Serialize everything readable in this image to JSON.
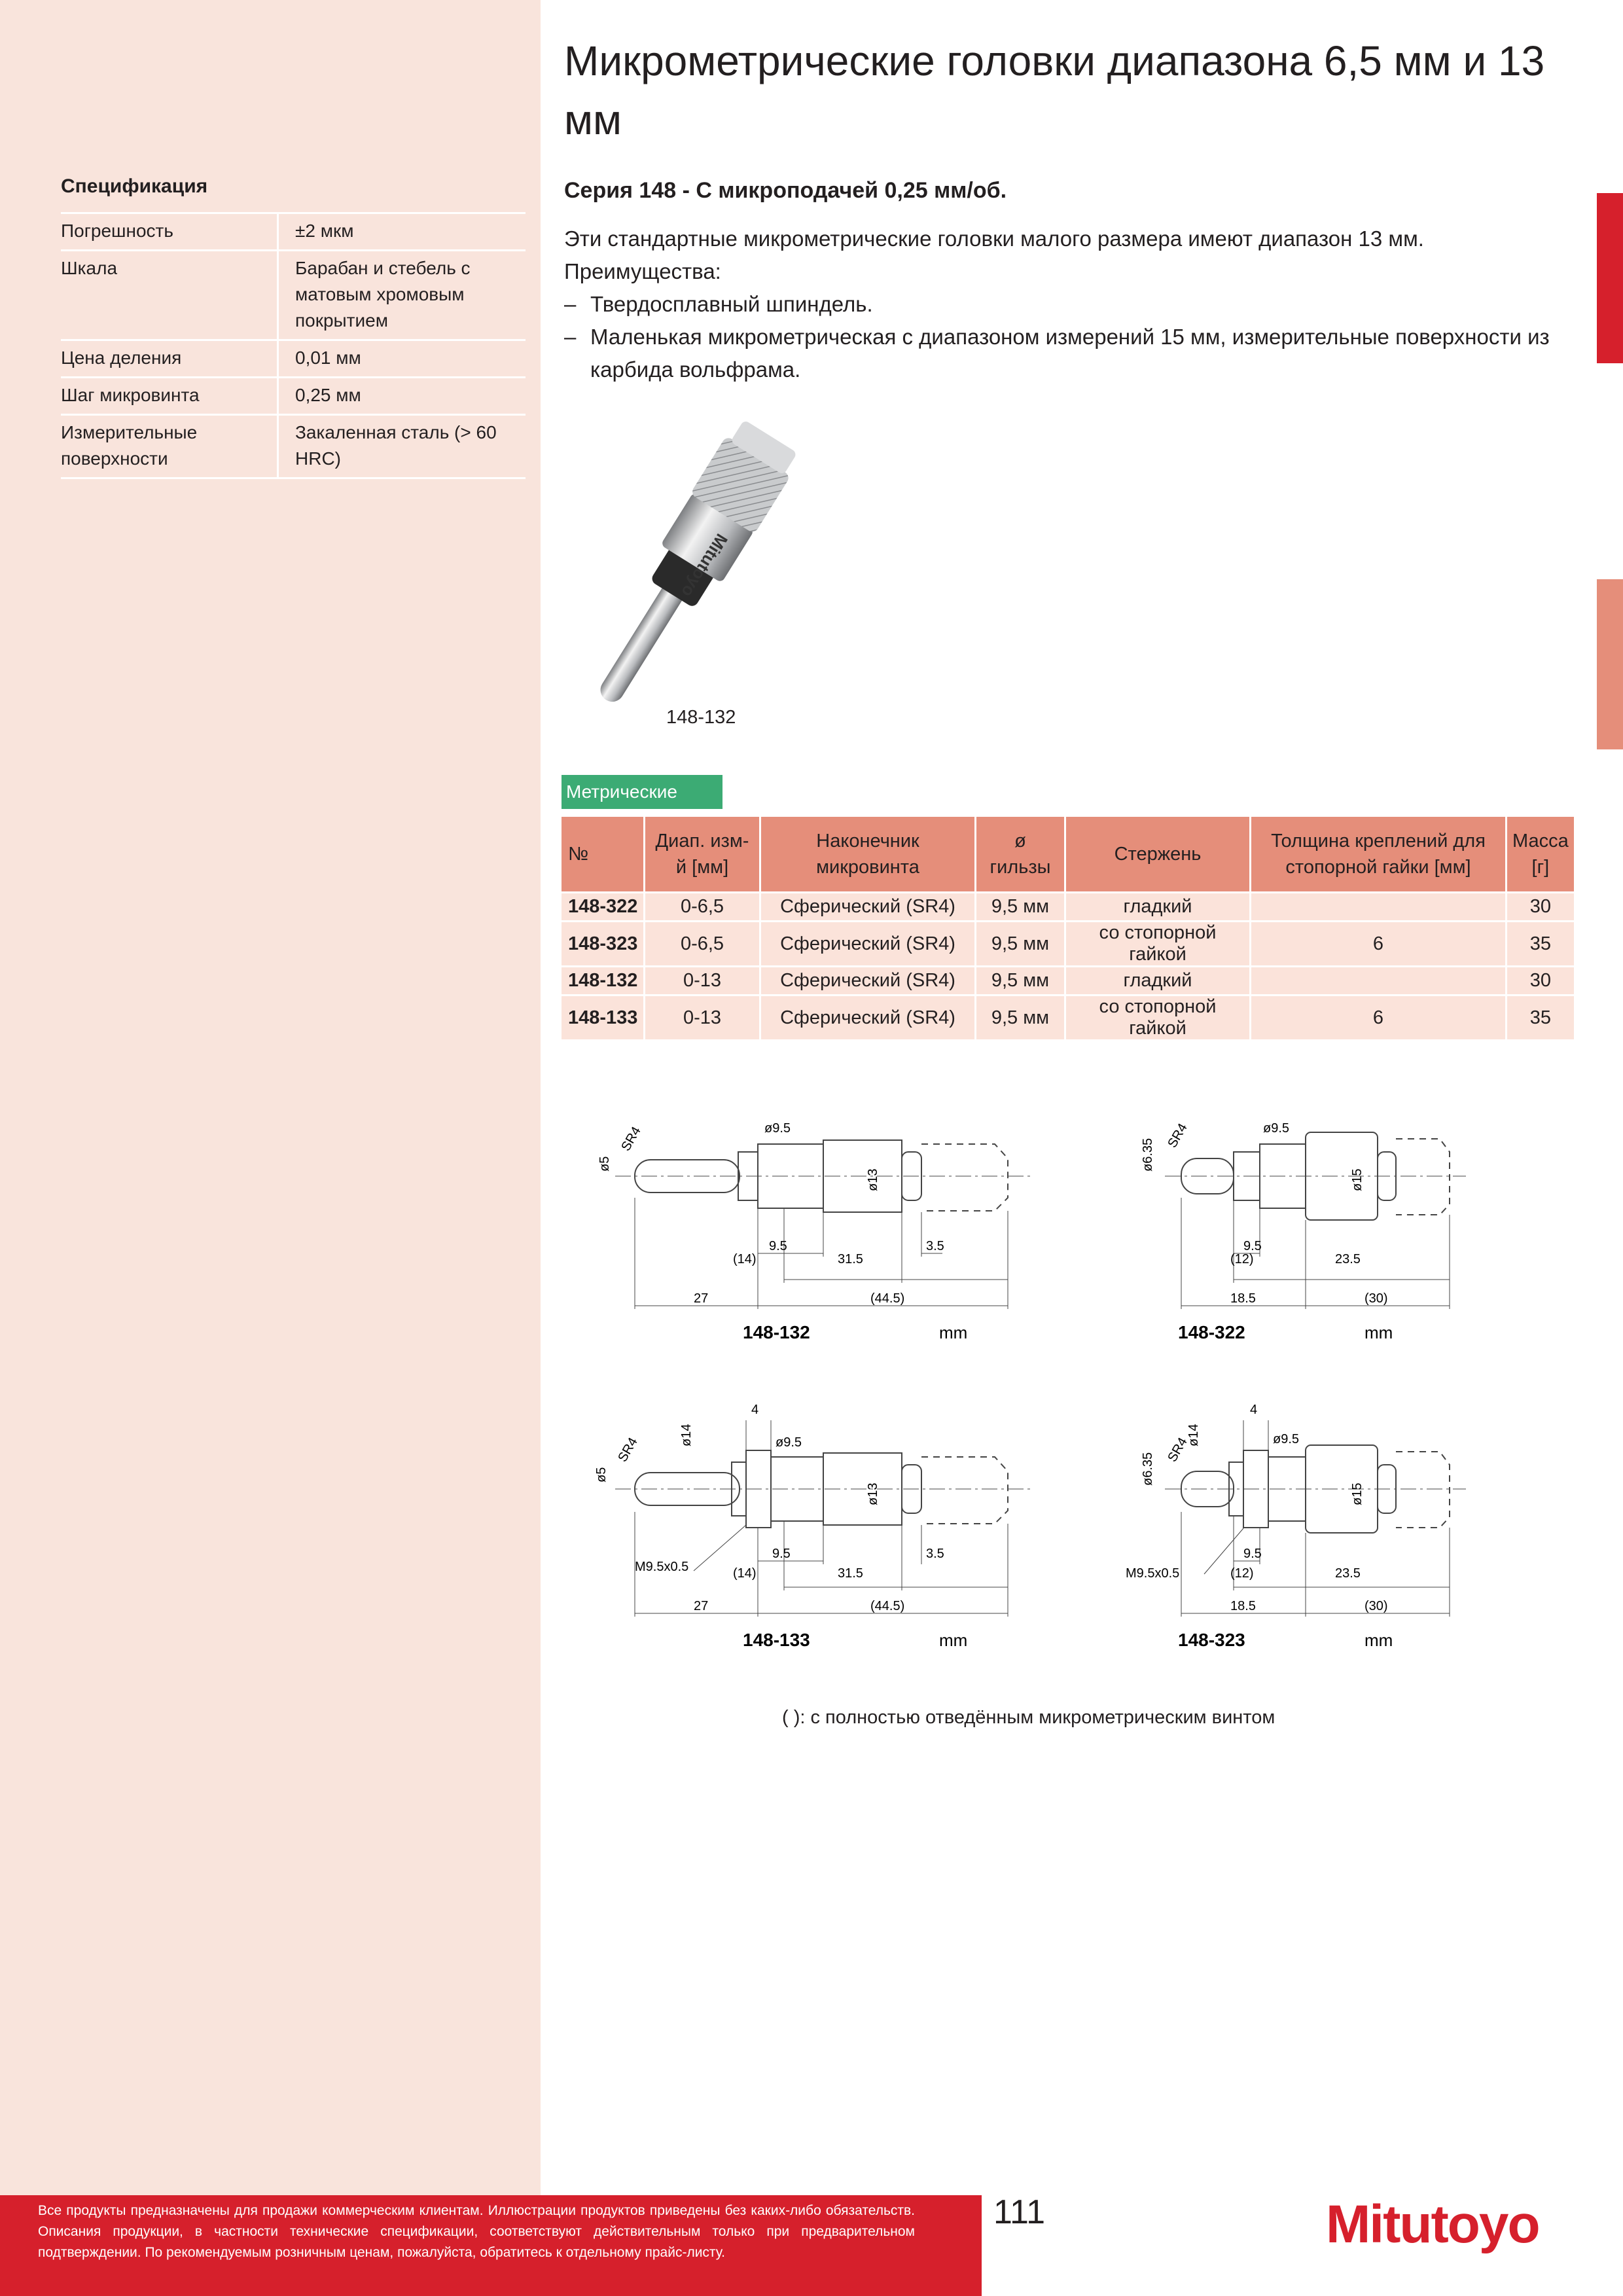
{
  "title": "Микрометрические головки диапазона 6,5 мм и 13 мм",
  "spec": {
    "heading": "Спецификация",
    "rows": [
      {
        "key": "Погрешность",
        "value": "±2 мкм"
      },
      {
        "key": "Шкала",
        "value": "Барабан и стебель с матовым хромовым покрытием"
      },
      {
        "key": "Цена деления",
        "value": "0,01 мм"
      },
      {
        "key": "Шаг микровинта",
        "value": "0,25 мм"
      },
      {
        "key": "Измерительные поверхности",
        "value": "Закаленная сталь (> 60 HRC)"
      }
    ]
  },
  "intro": {
    "subtitle": "Серия 148 - С микроподачей 0,25 мм/об.",
    "paragraph": "Эти стандартные микрометрические головки малого размера имеют диапазон 13 мм. Преимущества:",
    "bullets": [
      "Твердосплавный шпиндель.",
      "Маленькая микрометрическая с диапазоном измерений 15 мм, измерительные поверхности из карбида вольфрама."
    ]
  },
  "photo": {
    "caption": "148-132",
    "brand": "Mitutoyo"
  },
  "table": {
    "badge": "Метрические",
    "headers": [
      "№",
      "Диап. изм-й [мм]",
      "Наконечник микровинта",
      "ø гильзы",
      "Стержень",
      "Толщина креплений для стопорной гайки [мм]",
      "Масса [г]"
    ],
    "rows": [
      [
        "148-322",
        "0-6,5",
        "Сферический (SR4)",
        "9,5 мм",
        "гладкий",
        "",
        "30"
      ],
      [
        "148-323",
        "0-6,5",
        "Сферический (SR4)",
        "9,5 мм",
        "со стопорной гайкой",
        "6",
        "35"
      ],
      [
        "148-132",
        "0-13",
        "Сферический (SR4)",
        "9,5 мм",
        "гладкий",
        "",
        "30"
      ],
      [
        "148-133",
        "0-13",
        "Сферический (SR4)",
        "9,5 мм",
        "со стопорной гайкой",
        "6",
        "35"
      ]
    ]
  },
  "drawings": [
    {
      "model": "148-132",
      "unit": "mm",
      "sr": "SR4",
      "tip": "ø5",
      "sleeve": "ø9.5",
      "barrel": "ø13",
      "d1": "9.5",
      "d2": "(14)",
      "d3": "31.5",
      "d4": "3.5",
      "d5": "27",
      "d6": "(44.5)"
    },
    {
      "model": "148-322",
      "unit": "mm",
      "sr": "SR4",
      "tip": "ø6.35",
      "sleeve": "ø9.5",
      "barrel": "ø15",
      "d1": "9.5",
      "d2": "(12)",
      "d3": "23.5",
      "d5": "18.5",
      "d6": "(30)"
    },
    {
      "model": "148-133",
      "unit": "mm",
      "sr": "SR4",
      "tip": "ø5",
      "nut": "ø14",
      "thick": "4",
      "thread": "M9.5x0.5",
      "sleeve": "ø9.5",
      "barrel": "ø13",
      "d1": "9.5",
      "d2": "(14)",
      "d3": "31.5",
      "d4": "3.5",
      "d5": "27",
      "d6": "(44.5)"
    },
    {
      "model": "148-323",
      "unit": "mm",
      "sr": "SR4",
      "tip": "ø6.35",
      "nut": "ø14",
      "thick": "4",
      "thread": "M9.5x0.5",
      "sleeve": "ø9.5",
      "barrel": "ø15",
      "d1": "9.5",
      "d2": "(12)",
      "d3": "23.5",
      "d5": "18.5",
      "d6": "(30)"
    }
  ],
  "note": "( ): с полностью отведённым микрометрическим винтом",
  "footer": {
    "disclaimer": "Все продукты предназначены для продажи коммерческим клиентам. Иллюстрации продуктов приведены без каких-либо обязательств. Описания продукции, в частности технические спецификации, соответствуют действительным только при предварительном подтверждении. По рекомендуемым розничным ценам, пожалуйста, обратитесь к отдельному прайс-листу.",
    "page_number": "111",
    "logo": "Mitutoyo"
  },
  "colors": {
    "red": "#d6202c",
    "salmon": "#e58e7a",
    "sidebar": "#f9e4dc",
    "green": "#3cab74",
    "row": "#fbe3da"
  }
}
